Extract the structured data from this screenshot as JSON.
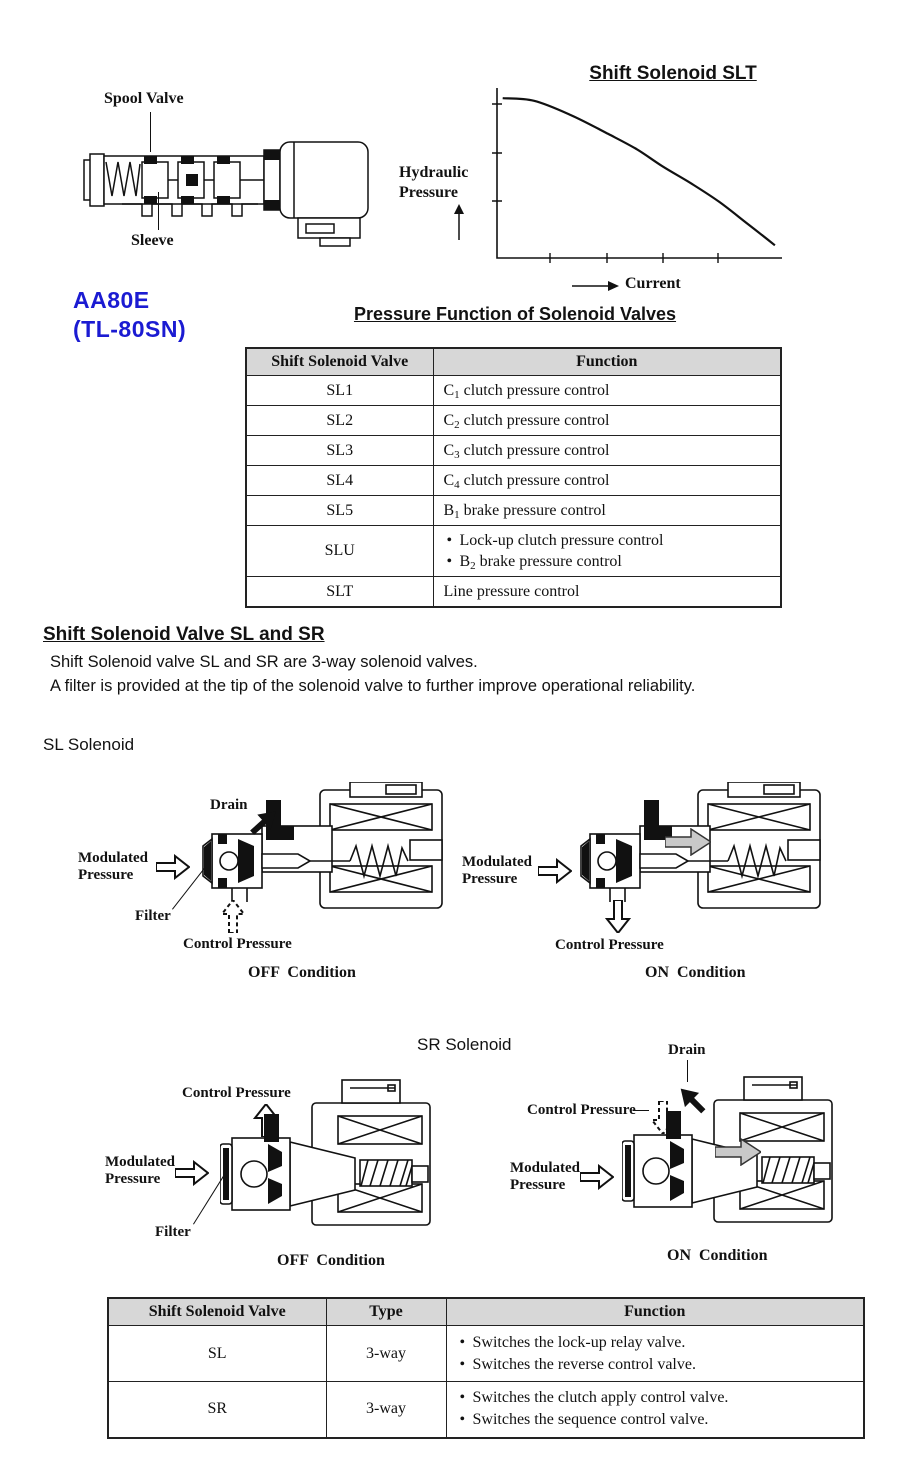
{
  "colors": {
    "accent_blue": "#1b1bd2",
    "table_header_gray": "#d7d7d7",
    "flow_arrow_gray": "#c9c9c9"
  },
  "spool_figure": {
    "spool_valve_label": "Spool Valve",
    "sleeve_label": "Sleeve"
  },
  "model_badge": {
    "line1": "AA80E",
    "line2": "(TL-80SN)"
  },
  "chart_data": {
    "type": "line",
    "title": "Shift Solenoid SLT",
    "xlabel": "Current",
    "ylabel": "Hydraulic Pressure",
    "x_tick_count": 4,
    "y_tick_count": 3,
    "axis_ranges_normalized": {
      "x": [
        0,
        1
      ],
      "y": [
        0,
        1
      ]
    },
    "grid": false,
    "legend": false,
    "series": [
      {
        "name": "hydraulic-pressure-vs-current",
        "points_norm": [
          [
            0.02,
            0.94
          ],
          [
            0.13,
            0.925
          ],
          [
            0.26,
            0.84
          ],
          [
            0.39,
            0.73
          ],
          [
            0.49,
            0.64
          ],
          [
            0.58,
            0.54
          ],
          [
            0.68,
            0.44
          ],
          [
            0.78,
            0.33
          ],
          [
            0.88,
            0.2
          ],
          [
            0.975,
            0.075
          ]
        ]
      }
    ]
  },
  "pressure_table": {
    "title": "Pressure Function of Solenoid Valves",
    "headers": [
      "Shift Solenoid Valve",
      "Function"
    ],
    "rows": [
      {
        "valve": "SL1",
        "bulleted": false,
        "function_lines": [
          "C~1~ clutch pressure control"
        ]
      },
      {
        "valve": "SL2",
        "bulleted": false,
        "function_lines": [
          "C~2~ clutch pressure control"
        ]
      },
      {
        "valve": "SL3",
        "bulleted": false,
        "function_lines": [
          "C~3~ clutch pressure control"
        ]
      },
      {
        "valve": "SL4",
        "bulleted": false,
        "function_lines": [
          "C~4~ clutch pressure control"
        ]
      },
      {
        "valve": "SL5",
        "bulleted": false,
        "function_lines": [
          "B~1~ brake pressure control"
        ]
      },
      {
        "valve": "SLU",
        "bulleted": true,
        "function_lines": [
          "Lock-up clutch pressure control",
          "B~2~ brake pressure control"
        ]
      },
      {
        "valve": "SLT",
        "bulleted": false,
        "function_lines": [
          "Line pressure control"
        ]
      }
    ]
  },
  "sl_sr_section": {
    "heading": "Shift Solenoid Valve SL and SR",
    "body_line1": "Shift Solenoid valve SL and SR are 3-way solenoid valves.",
    "body_line2": "A filter is provided at the tip of the solenoid valve to further improve operational reliability.",
    "sl_label": "SL Solenoid",
    "sr_label": "SR Solenoid"
  },
  "diagrams": {
    "sl_off": {
      "drain": "Drain",
      "modulated": "Modulated Pressure",
      "filter": "Filter",
      "control": "Control Pressure",
      "caption": "OFF Condition"
    },
    "sl_on": {
      "modulated": "Modulated Pressure",
      "control": "Control Pressure",
      "caption": "ON Condition"
    },
    "sr_off": {
      "control": "Control Pressure",
      "modulated": "Modulated Pressure",
      "filter": "Filter",
      "caption": "OFF Condition"
    },
    "sr_on": {
      "drain": "Drain",
      "control": "Control Pressure",
      "modulated": "Modulated Pressure",
      "caption": "ON Condition"
    }
  },
  "type_table": {
    "headers": [
      "Shift Solenoid Valve",
      "Type",
      "Function"
    ],
    "rows": [
      {
        "valve": "SL",
        "type": "3-way",
        "function_lines": [
          "Switches the lock-up relay valve.",
          "Switches the reverse control valve."
        ]
      },
      {
        "valve": "SR",
        "type": "3-way",
        "function_lines": [
          "Switches the clutch apply control valve.",
          "Switches the sequence control valve."
        ]
      }
    ]
  }
}
